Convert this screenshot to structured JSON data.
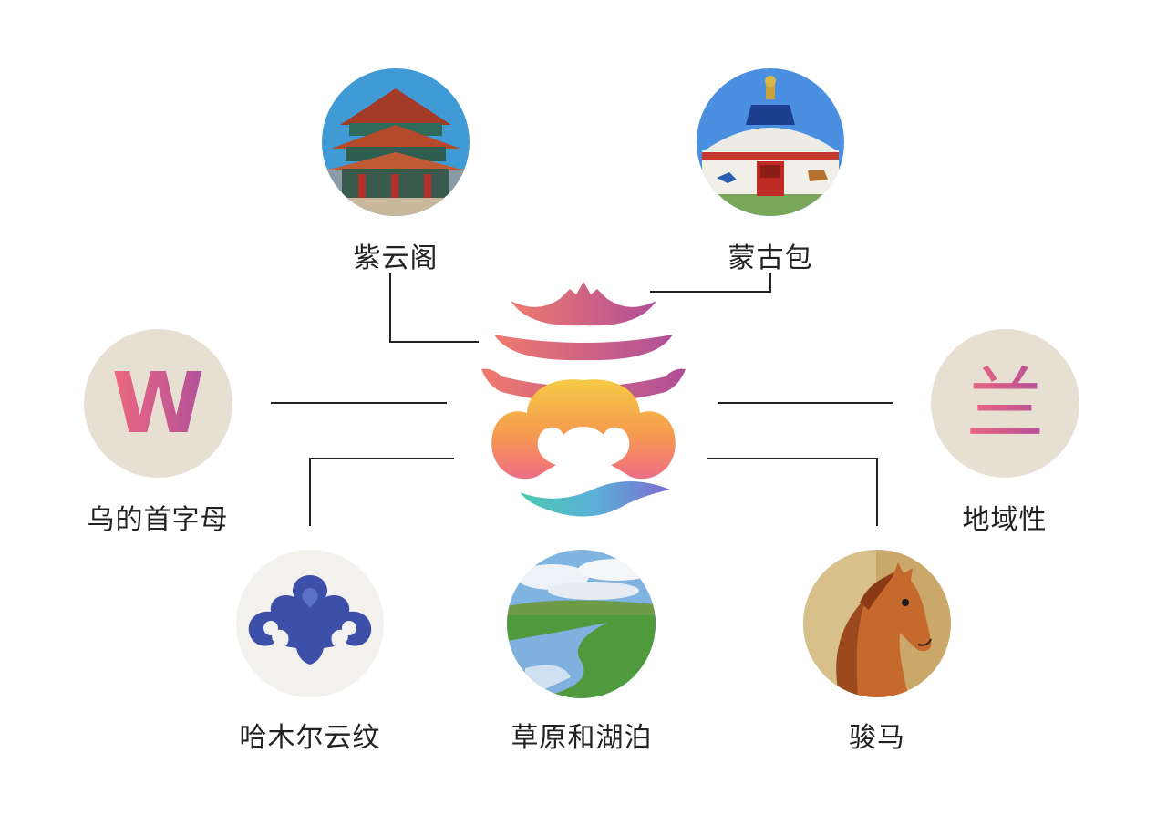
{
  "nodes": {
    "ziyunge": {
      "label": "紫云阁",
      "icon": "pavilion-icon"
    },
    "menggubao": {
      "label": "蒙古包",
      "icon": "yurt-icon"
    },
    "wu_initial": {
      "label": "乌的首字母",
      "letter": "W"
    },
    "regional": {
      "label": "地域性",
      "glyph": "兰"
    },
    "hamuer": {
      "label": "哈木尔云纹",
      "icon": "cloud-pattern-icon"
    },
    "grassland": {
      "label": "草原和湖泊",
      "icon": "grassland-lake-icon"
    },
    "horse": {
      "label": "骏马",
      "icon": "horse-icon"
    }
  },
  "center_logo": {
    "icon": "ulanqab-logo-icon"
  },
  "colors": {
    "line": "#222222",
    "circle_beige": "#e8dfd3",
    "gradient_pink": "#e8607a",
    "gradient_purple": "#b0509a",
    "gradient_orange": "#f4a040",
    "gradient_yellow": "#f7c944",
    "gradient_teal": "#3ec4b8"
  }
}
